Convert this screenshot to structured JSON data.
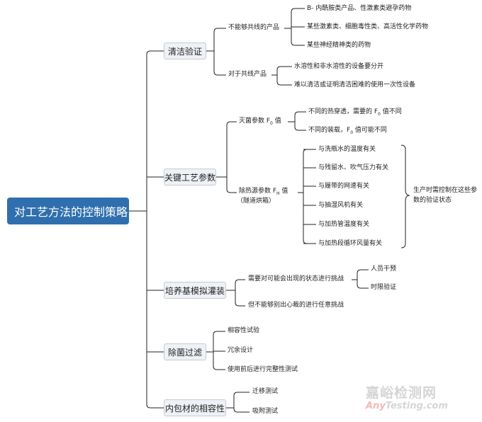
{
  "root": "对工艺方法的控制策略",
  "branches": [
    {
      "label": "清洁验证",
      "groups": [
        {
          "label": "不能够共线的产品",
          "items": [
            "B- 内酰胺类产品、性激素类避孕药物",
            "某些激素类、细胞毒性类、高活性化学药物",
            "某些神经精神类的药物"
          ]
        },
        {
          "label": "对于共线产品",
          "items": [
            "水溶性和非水溶性的设备要分开",
            "难以清洁或证明清洁困难的使用一次性设备"
          ]
        }
      ]
    },
    {
      "label": "关键工艺参数",
      "groups": [
        {
          "label": "灭菌参数 F",
          "sub": "0",
          "suffix": " 值",
          "items": [
            {
              "pre": "不同的热穿透，需要的 F",
              "sub": "0",
              "post": " 值不同"
            },
            {
              "pre": "不同的装载，F",
              "sub": "0",
              "post": " 值可能不同"
            }
          ]
        },
        {
          "label": "除热源参数 F",
          "sub": "H",
          "suffix": " 值",
          "note": "（隧道烘箱）",
          "items": [
            "与洗瓶水的温度有关",
            "与残留水、吹气压力有关",
            "与履带的网速有关",
            "与抽湿风机有关",
            "与加热管温度有关",
            "与加热段循环风量有关"
          ],
          "summary": "生产时需控制在这些参数的验证状态"
        }
      ]
    },
    {
      "label": "培养基模拟灌装",
      "groups": [
        {
          "label": "需要对可能会出现的状态进行挑战",
          "items": [
            "人员干预",
            "时限验证"
          ]
        },
        {
          "label": "但不能够别出心裁的进行任意挑战",
          "items": []
        }
      ]
    },
    {
      "label": "除菌过滤",
      "items": [
        "相容性试验",
        "冗余设计",
        "使用前后进行完整性测试"
      ]
    },
    {
      "label": "内包材的相容性",
      "items": [
        "迁移测试",
        "吸附测试"
      ]
    }
  ],
  "watermark": {
    "cn": "嘉峪检测网",
    "en_a": "Any",
    "en_b": "Testing.com"
  }
}
